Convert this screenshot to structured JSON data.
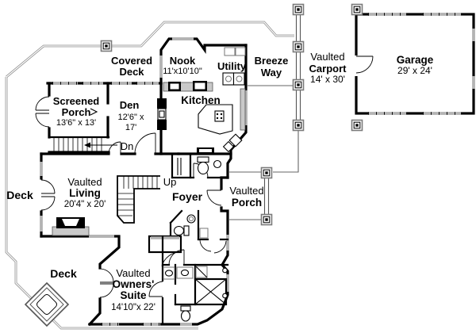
{
  "plan": {
    "rooms": {
      "covered_deck": {
        "name_line1": "Covered",
        "name_line2": "Deck"
      },
      "nook": {
        "name": "Nook",
        "dimensions": "11'x10'10\""
      },
      "utility": {
        "name": "Utility"
      },
      "breezeway": {
        "name_line1": "Breeze",
        "name_line2": "Way"
      },
      "carport": {
        "qualifier": "Vaulted",
        "name": "Carport",
        "dimensions": "14' x 30'"
      },
      "garage": {
        "name": "Garage",
        "dimensions": "29' x 24'"
      },
      "screened_porch": {
        "name_line1": "Screened",
        "name_line2": "Porch",
        "dimensions": "13'6\" x 13'"
      },
      "den": {
        "name": "Den",
        "dimensions_line1": "12'6\" x",
        "dimensions_line2": "17'"
      },
      "kitchen": {
        "name": "Kitchen"
      },
      "living_room": {
        "qualifier": "Vaulted",
        "name": "Living",
        "dimensions": "20'4\" x 20'"
      },
      "foyer": {
        "name": "Foyer"
      },
      "entry_porch": {
        "qualifier": "Vaulted",
        "name": "Porch"
      },
      "deck_left": {
        "name": "Deck"
      },
      "deck_lower": {
        "name": "Deck"
      },
      "owners_suite": {
        "qualifier": "Vaulted",
        "name_line1": "Owners'",
        "name_line2": "Suite",
        "dimensions": "14'10\"x 22'"
      }
    },
    "stair_labels": {
      "down": "Dn",
      "up": "Up"
    },
    "colors": {
      "walls": "#000000",
      "windows": "#b3b3b3",
      "deck_edge": "#8a8a8a",
      "background": "#ffffff"
    }
  }
}
